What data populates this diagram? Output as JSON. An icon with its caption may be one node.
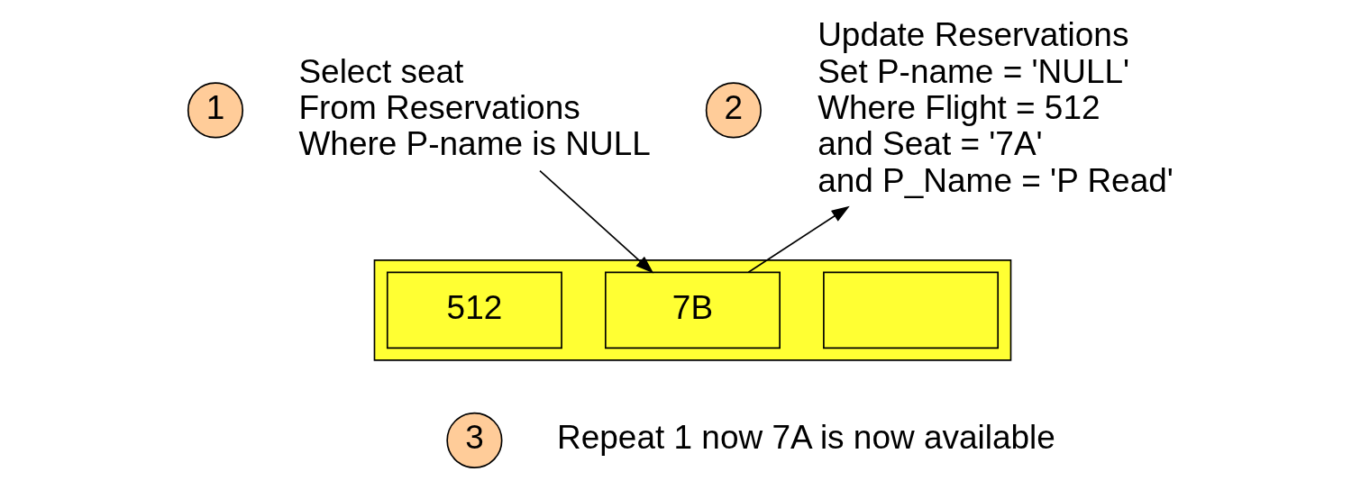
{
  "diagram": {
    "nodes": [
      {
        "text": [
          "1"
        ]
      },
      {
        "text": [
          "Select seat",
          "From Reservations",
          "Where P-name is NULL"
        ]
      },
      {
        "text": [
          "2"
        ]
      },
      {
        "text": [
          "Update Reservations",
          "Set P-name = 'NULL'",
          "Where Flight = 512",
          "and Seat = '7A'",
          "and P_Name = 'P Read'"
        ]
      },
      {
        "text": [
          "3"
        ]
      },
      {
        "text": [
          "Repeat 1 now 7A is now available"
        ]
      },
      {
        "text": [],
        "shape": "bar"
      },
      {
        "text": [
          "512"
        ],
        "in": 6
      },
      {
        "text": [
          "7B"
        ],
        "in": 6
      },
      {
        "text": [],
        "shape": "box",
        "in": 6
      }
    ],
    "edges": [
      {
        "from": 1,
        "to": 8,
        "arrow": "to"
      },
      {
        "from": 8,
        "to": 3,
        "arrow": "to"
      }
    ]
  }
}
